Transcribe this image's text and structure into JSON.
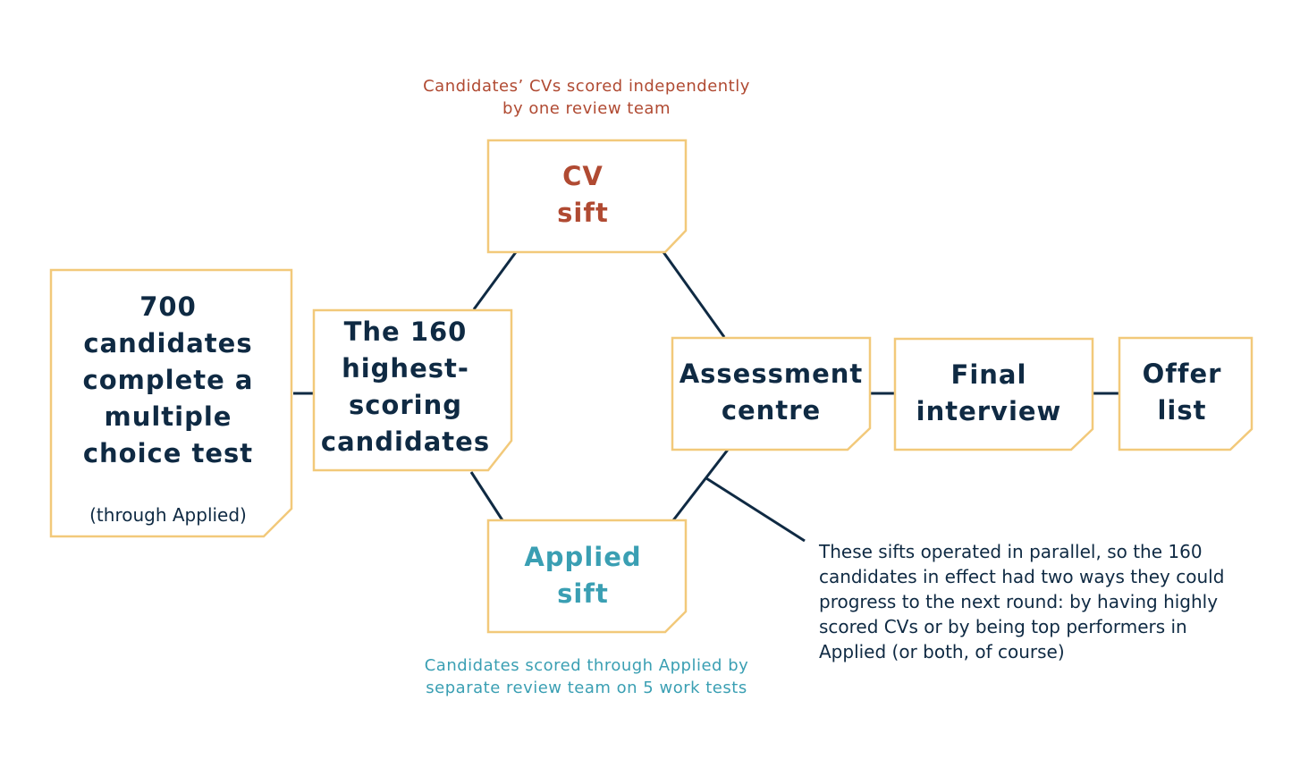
{
  "colors": {
    "box_border": "#f2c97a",
    "line": "#0f2a43",
    "cv_accent": "#b04a32",
    "applied_accent": "#3a9fb3",
    "text": "#0f2a43"
  },
  "nodes": {
    "test": {
      "title": "700\ncandidates\ncomplete a\nmultiple\nchoice test",
      "subtitle": "(through Applied)"
    },
    "top160": {
      "title": "The 160\nhighest-\nscoring\ncandidates"
    },
    "cv_sift": {
      "title": "CV\nsift"
    },
    "applied_sift": {
      "title": "Applied\nsift"
    },
    "assessment": {
      "title": "Assessment\ncentre"
    },
    "final": {
      "title": "Final\ninterview"
    },
    "offer": {
      "title": "Offer\nlist"
    }
  },
  "notes": {
    "cv": "Candidates’ CVs scored independently\nby one review team",
    "applied": "Candidates scored through Applied by\nseparate review team on 5 work tests",
    "parallel": "These sifts operated in parallel, so the 160\ncandidates in effect had two ways they could\nprogress to the next round: by having highly\nscored CVs or by being top performers in\nApplied (or both, of course)"
  }
}
